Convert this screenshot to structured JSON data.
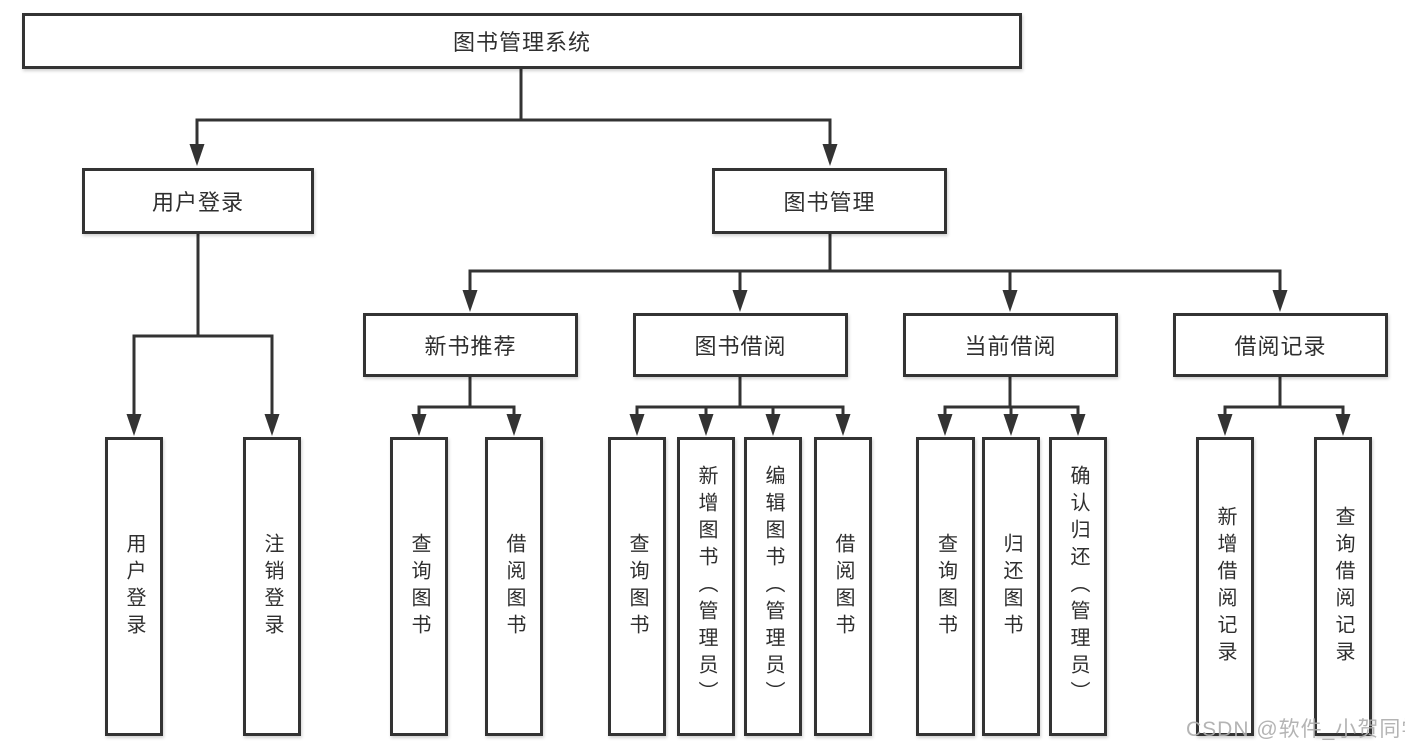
{
  "diagram": {
    "root": "图书管理系统",
    "level2": [
      "用户登录",
      "图书管理"
    ],
    "level3": [
      "新书推荐",
      "图书借阅",
      "当前借阅",
      "借阅记录"
    ],
    "leaves": [
      "用户登录",
      "注销登录",
      "查询图书",
      "借阅图书",
      "查询图书",
      "新增图书（管理员）",
      "编辑图书（管理员）",
      "借阅图书",
      "查询图书",
      "归还图书",
      "确认归还（管理员）",
      "新增借阅记录",
      "查询借阅记录"
    ]
  },
  "watermark": "CSDN @软件_小贺同学",
  "colors": {
    "line": "#333333",
    "text": "#2f2f2f",
    "watermark": "#aeaeae",
    "background": "#ffffff"
  }
}
